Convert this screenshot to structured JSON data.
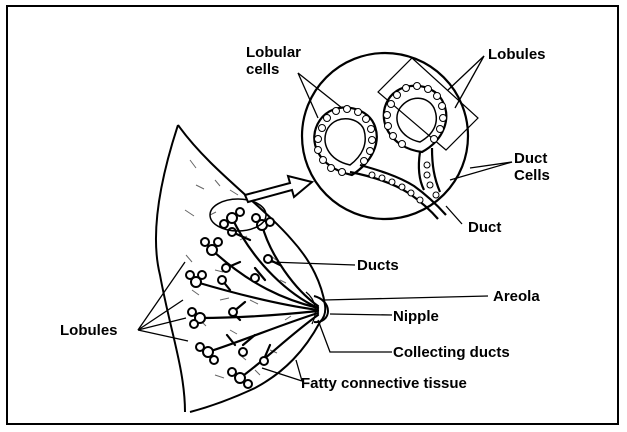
{
  "diagram": {
    "labels": {
      "lobular_cells": "Lobular\ncells",
      "lobules_top": "Lobules",
      "duct_cells": "Duct\nCells",
      "duct": "Duct",
      "ducts": "Ducts",
      "areola": "Areola",
      "lobules_left": "Lobules",
      "nipple": "Nipple",
      "collecting_ducts": "Collecting ducts",
      "fatty_tissue": "Fatty connective tissue"
    }
  }
}
